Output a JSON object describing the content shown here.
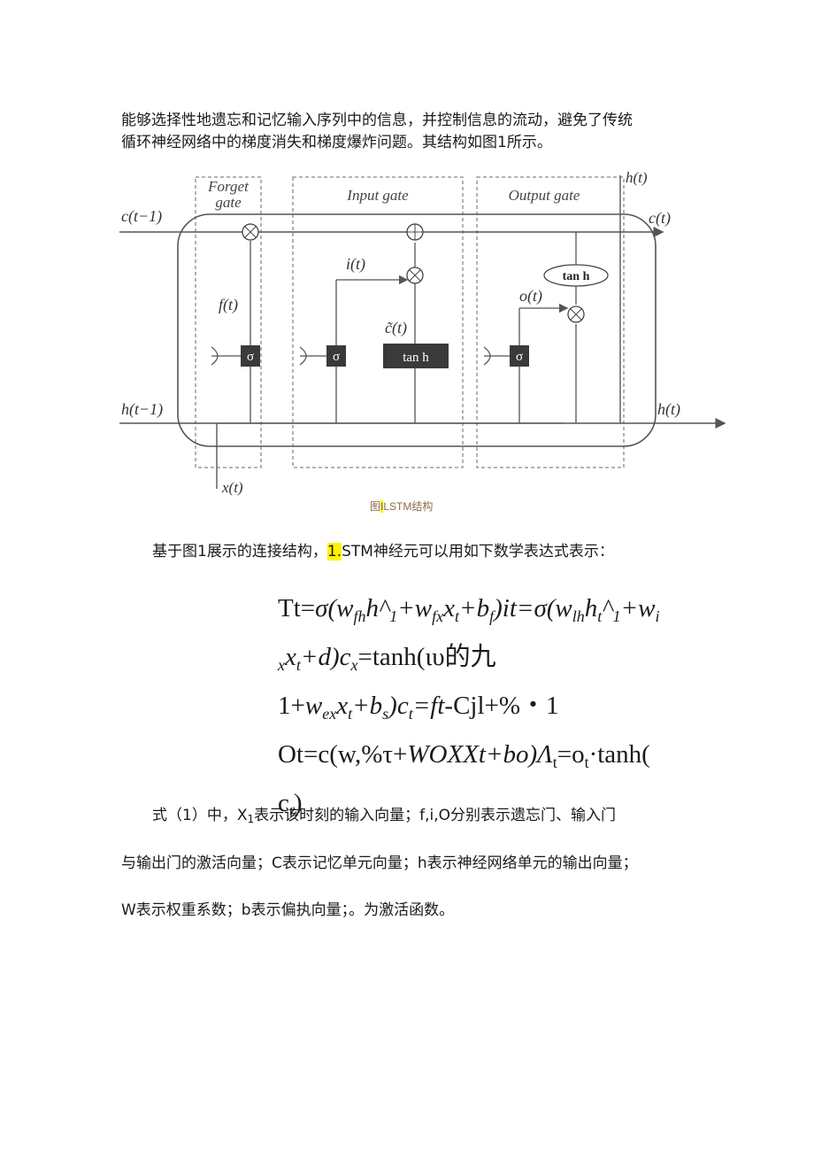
{
  "intro": {
    "line1": "能够选择性地遗忘和记忆输入序列中的信息，并控制信息的流动，避免了传统",
    "line2": "循环神经网络中的梯度消失和梯度爆炸问题。其结构如图1所示。"
  },
  "figure": {
    "gates": {
      "forget_1": "Forget",
      "forget_2": "gate",
      "input": "Input gate",
      "output": "Output gate"
    },
    "labels": {
      "c_prev": "c(t−1)",
      "c_next": "c(t)",
      "h_prev": "h(t−1)",
      "h_next": "h(t)",
      "h_top": "h(t)",
      "x": "x(t)",
      "f": "f(t)",
      "i": "i(t)",
      "c_tilde": "c̃(t)",
      "o": "o(t)"
    },
    "blocks": {
      "sigma": "σ",
      "tanh_box": "tan h",
      "tanh_oval": "tan h"
    },
    "colors": {
      "block": "#3a3a3a",
      "line": "#555555",
      "dash": "#888888"
    }
  },
  "caption": {
    "pre": "图",
    "highlight": "I",
    "post": "LSTM结构"
  },
  "lead": {
    "pre": "基于图1展示的连接结构，",
    "highlight": "1.",
    "post": "STM神经元可以用如下数学表达式表示："
  },
  "equations": {
    "l1a": "Tt=",
    "l1b": "σ(w",
    "l1c": "fh",
    "l1d": "h^",
    "l1e": "1",
    "l1f": "+w",
    "l1g": "fx",
    "l1h": "x",
    "l1i": "t",
    "l1j": "+b",
    "l1k": "f",
    "l1l": ")it=σ(w",
    "l1m": "lh",
    "l1n": "h",
    "l1o": "t",
    "l1p": "^",
    "l1q": "1",
    "l1r": "+w",
    "l1s": "i",
    "l2a": "x",
    "l2b": "x",
    "l2c": "t",
    "l2d": "+d)c",
    "l2e": "x",
    "l2f": "=tanh(ιυ的九",
    "l3a": "1+",
    "l3b": "w",
    "l3c": "ex",
    "l3d": "x",
    "l3e": "t",
    "l3f": "+b",
    "l3g": "s",
    "l3h": ")c",
    "l3i": "t",
    "l3j": "=ft",
    "l3k": "-Cjl+%・1",
    "l4a": "Ot=c(w,%τ+",
    "l4b": "WOXXt+bo)Λ",
    "l4c": "t",
    "l4d": "=o",
    "l4e": "t",
    "l4f": "·tanh(",
    "l5a": "c",
    "l5b": "t",
    "l5c": ")"
  },
  "description": {
    "line1a": "式（1）中，X",
    "line1b": "1",
    "line1c": "表示该时刻的输入向量；f,i,O分别表示遗忘门、输入门",
    "line2": "与输出门的激活向量；C表示记忆单元向量；h表示神经网络单元的输出向量；",
    "line3": "W表示权重系数；b表示偏执向量；。为激活函数。"
  }
}
